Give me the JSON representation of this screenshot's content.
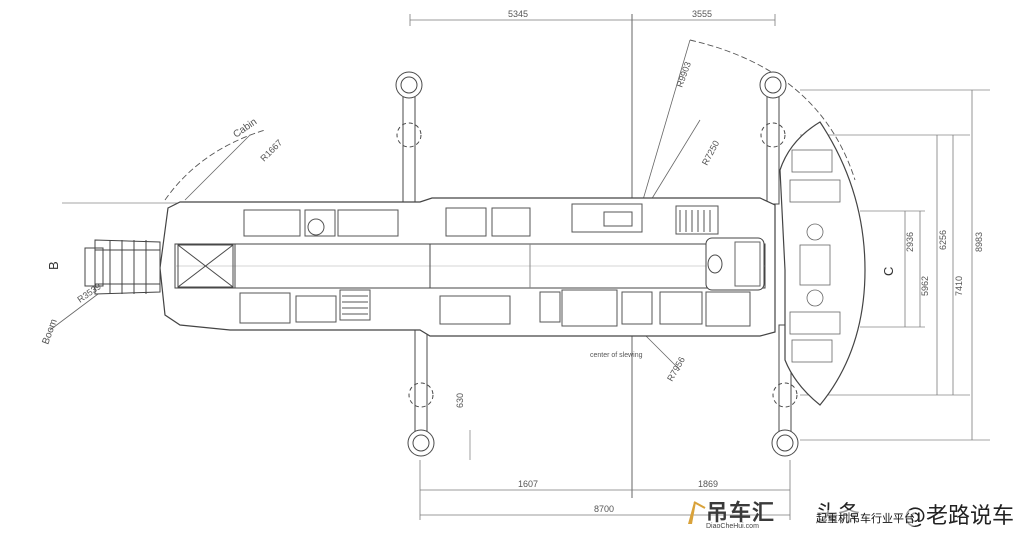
{
  "labels": {
    "view_b": "B",
    "view_c": "C",
    "cabin": "Cabin",
    "boom": "Boom"
  },
  "dimensions": {
    "top_left": "5345",
    "top_right": "3555",
    "radius_main": "R9903",
    "radius_inner": "R7250",
    "cabin_radius": "R1667",
    "boom_radius": "R3539",
    "rear_radius": "R7956",
    "v_front": "2936",
    "v_mid": "5962",
    "v_inner": "6256",
    "v_outer": "8983",
    "v_total": "7410",
    "outrigger_gap": "630",
    "front_offset": "1607",
    "rear_offset": "1869",
    "total_span": "8700",
    "note": "center of slewing"
  },
  "watermark": {
    "brand": "吊车汇",
    "site": "DiaoCheHui.com",
    "headline_prefix": "头条",
    "author": "@老路说车",
    "slogan": "起重机吊车行业平台"
  },
  "colors": {
    "line": "#4a4a4a",
    "light_line": "#9a9a9a",
    "dim_line": "#7a7a7a",
    "background": "#ffffff"
  }
}
